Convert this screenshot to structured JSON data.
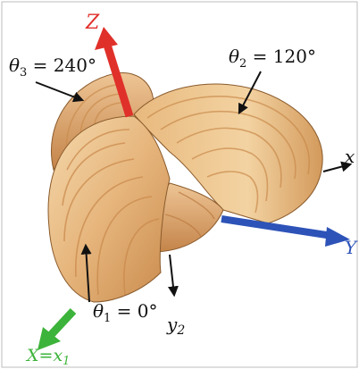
{
  "labels": {
    "theta3_sym": "θ",
    "theta3_sub": "3",
    "theta3_value": " = 240°",
    "theta2_sym": "θ",
    "theta2_sub": "2",
    "theta2_value": " = 120°",
    "theta1_sym": "θ",
    "theta1_sub": "1",
    "theta1_value": " = 0°",
    "axis_z": "Z",
    "axis_y": "Y",
    "axis_x": "X=x",
    "axis_x_sub": "1",
    "axis_x2": "x",
    "axis_y2": "y",
    "axis_y2_sub": "2"
  },
  "colors": {
    "wood_light": "#f2cf9e",
    "wood_mid": "#dba56a",
    "wood_dark": "#b9773e",
    "grain": "#c98a4c",
    "axis_z": "#e0302a",
    "axis_y": "#2d53b8",
    "axis_x": "#3cb33a",
    "pointer": "#111111"
  }
}
